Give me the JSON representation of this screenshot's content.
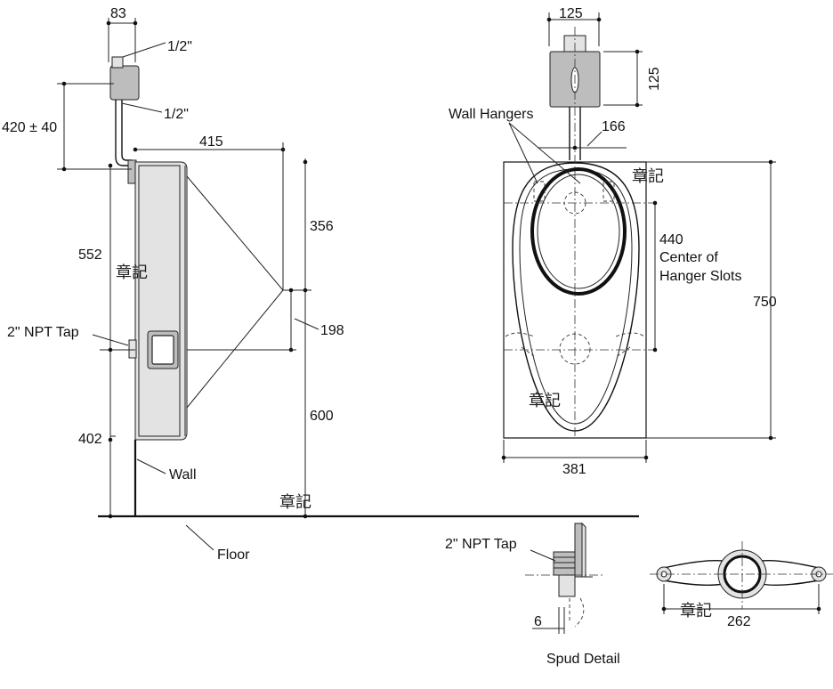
{
  "labels": {
    "side_top_width": "83",
    "half_inch_top": "1/2\"",
    "half_inch_bottom": "1/2\"",
    "inlet_height": "420 ± 40",
    "projection": "415",
    "upper_height": "356",
    "overall_height": "552",
    "npt_tap_side": "2\" NPT Tap",
    "spud_offset": "198",
    "outlet_height": "600",
    "rim_height": "402",
    "wall": "Wall",
    "floor": "Floor",
    "valve_width": "125",
    "valve_height": "125",
    "wall_hangers": "Wall Hangers",
    "pipe_offset": "166",
    "hanger_spacing": "440",
    "hanger_note_1": "Center of",
    "hanger_note_2": "Hanger Slots",
    "front_height": "750",
    "front_width": "381",
    "npt_tap_spud": "2\" NPT Tap",
    "spud_wall": "6",
    "spud_detail": "Spud Detail",
    "flange_width": "262"
  },
  "watermarks": {
    "wm1": "章記",
    "wm2": "章記",
    "wm3": "章記",
    "wm4": "章記",
    "wm5": "章記"
  }
}
